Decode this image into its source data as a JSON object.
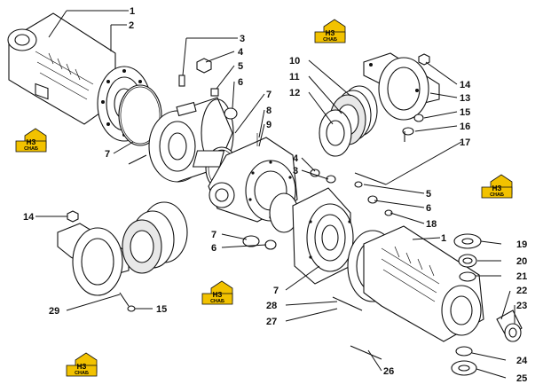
{
  "logo": {
    "top": "НЗ",
    "bottom": "СНАБ"
  },
  "callouts": {
    "c1": "1",
    "c2": "2",
    "c3": "3",
    "c4": "4",
    "c5": "5",
    "c6": "6",
    "c7": "7",
    "c8": "8",
    "c9": "9",
    "c10": "10",
    "c11": "11",
    "c12": "12",
    "c13": "13",
    "c14": "14",
    "c15": "15",
    "c16": "16",
    "c17": "17",
    "c18": "18",
    "c19": "19",
    "c20": "20",
    "c21": "21",
    "c22": "22",
    "c23": "23",
    "c24": "24",
    "c25": "25",
    "c26": "26",
    "c27": "27",
    "c28": "28",
    "c29": "29"
  },
  "colors": {
    "logo_yellow": "#f2c200",
    "logo_dark": "#111111",
    "line": "#111111"
  }
}
